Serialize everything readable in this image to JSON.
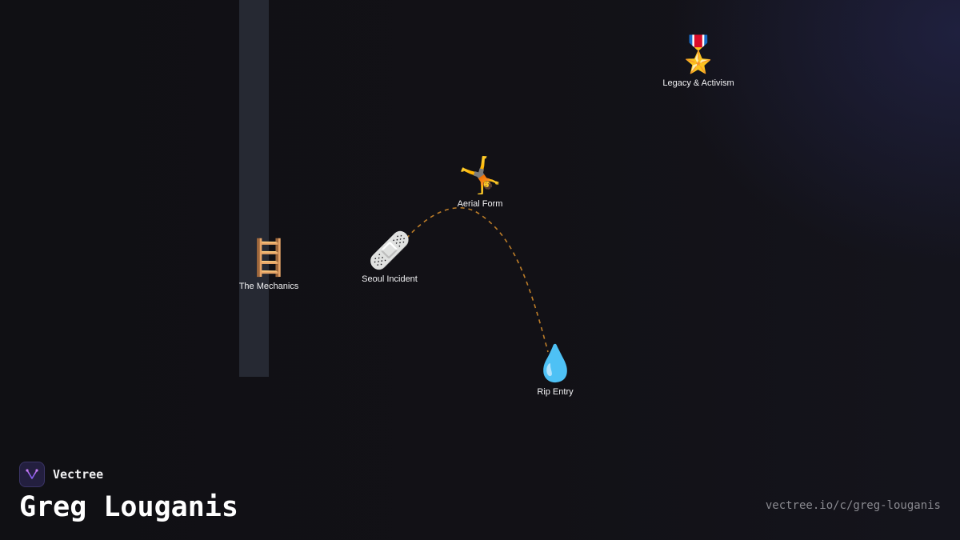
{
  "nodes": [
    {
      "id": "mechanics",
      "glyph": "🪜",
      "icon": "ladder-icon",
      "label": "The Mechanics"
    },
    {
      "id": "seoul",
      "glyph": "🩹",
      "icon": "bandage-icon",
      "label": "Seoul Incident"
    },
    {
      "id": "aerial",
      "glyph": "🤸",
      "icon": "cartwheel-icon",
      "label": "Aerial Form"
    },
    {
      "id": "rip",
      "glyph": "💧",
      "icon": "droplet-icon",
      "label": "Rip Entry"
    },
    {
      "id": "legacy",
      "glyph": "🎖️",
      "icon": "medal-icon",
      "label": "Legacy & Activism"
    }
  ],
  "brand": {
    "name": "Vectree",
    "icon": "vectree-logo-icon"
  },
  "title": "Greg Louganis",
  "url": "vectree.io/c/greg-louganis",
  "colors": {
    "trajectory": "#d08a2a",
    "platform": "#262933",
    "background": "#121116"
  }
}
